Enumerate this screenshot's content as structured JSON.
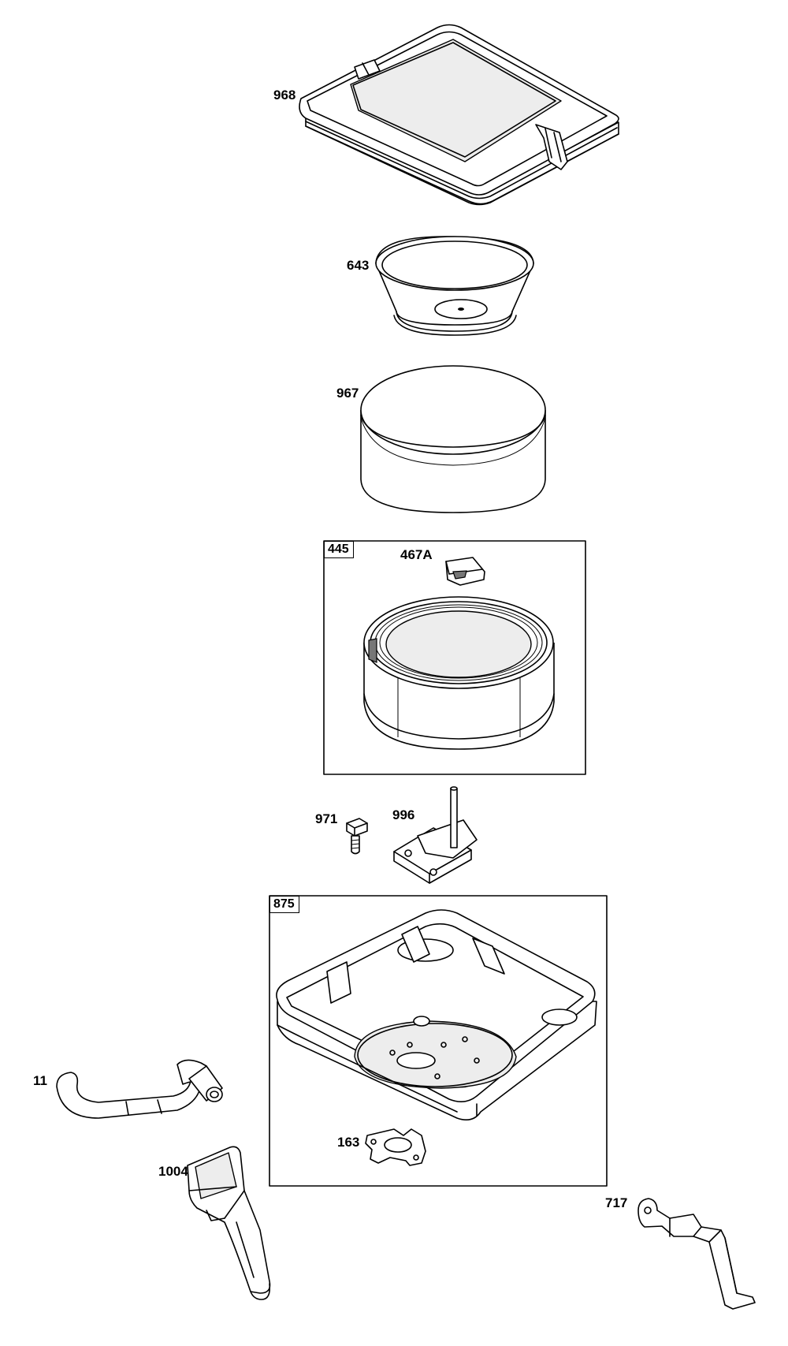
{
  "labels": {
    "p968": "968",
    "p643": "643",
    "p967": "967",
    "p445": "445",
    "p467a": "467A",
    "p971": "971",
    "p996": "996",
    "p875": "875",
    "p11": "11",
    "p163": "163",
    "p1004": "1004",
    "p717": "717"
  }
}
